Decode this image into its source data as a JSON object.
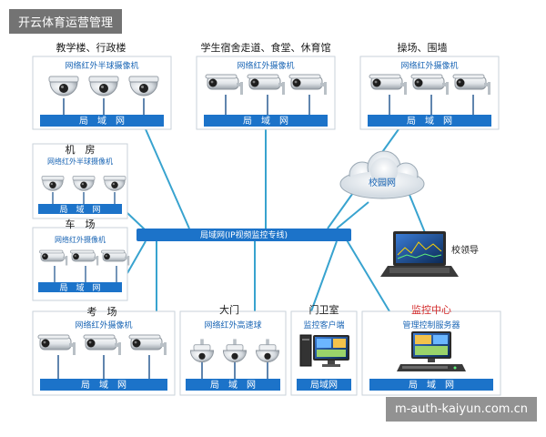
{
  "overlay": {
    "title": "开云体育运营管理",
    "watermark": "m-auth-kaiyun.com.cn"
  },
  "trunk": {
    "label": "局域网(IP视频监控专线)"
  },
  "cloud": {
    "label": "校园网"
  },
  "leader": {
    "label": "校领导"
  },
  "zones": {
    "teaching": {
      "title": "教学楼、行政楼",
      "camera_label": "网络红外半球摄像机",
      "bar": "局　域　网"
    },
    "dorm": {
      "title": "学生宿舍走道、食堂、休育馆",
      "camera_label": "网络红外摄像机",
      "bar": "局　域　网"
    },
    "playground": {
      "title": "操场、围墙",
      "camera_label": "网络红外摄像机",
      "bar": "局　域　网"
    },
    "machine_room": {
      "title": "机　房",
      "camera_label": "网络红外半球摄像机",
      "bar": "局　域　网"
    },
    "garage": {
      "title": "车　场",
      "camera_label": "网络红外摄像机",
      "bar": "局　域　网"
    },
    "exam": {
      "title": "考　场",
      "camera_label": "网络红外摄像机",
      "bar": "局　域　网"
    },
    "gate": {
      "title": "大门",
      "camera_label": "网络红外高速球",
      "bar": "局　域　网"
    },
    "guard": {
      "title": "门卫室",
      "camera_label": "监控客户端",
      "bar": "局域网"
    },
    "center": {
      "title": "监控中心",
      "camera_label": "管理控制服务器",
      "bar": "局　域　网"
    }
  },
  "colors": {
    "bar": "#1c73c9",
    "wire": "#38a3cf",
    "center_title": "#d42b2b"
  }
}
